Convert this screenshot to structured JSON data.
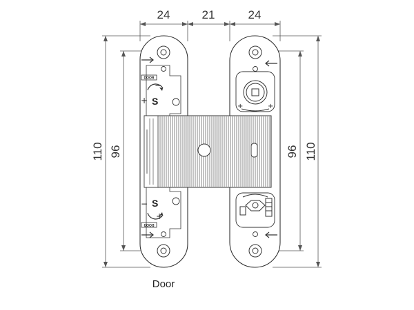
{
  "dimensions": {
    "top_left_width": "24",
    "top_gap_width": "21",
    "top_right_width": "24",
    "left_outer_height": "110",
    "left_inner_height": "96",
    "right_inner_height": "96",
    "right_outer_height": "110"
  },
  "plate_labels": {
    "door_top": "DOOR",
    "door_bottom": "DOOR",
    "adjust_top": "S",
    "adjust_bottom": "S"
  },
  "caption": "Door",
  "colors": {
    "line": "#333333",
    "dim_line": "#555555",
    "plate_fill": "#ffffff",
    "ribbing": "#555555"
  }
}
